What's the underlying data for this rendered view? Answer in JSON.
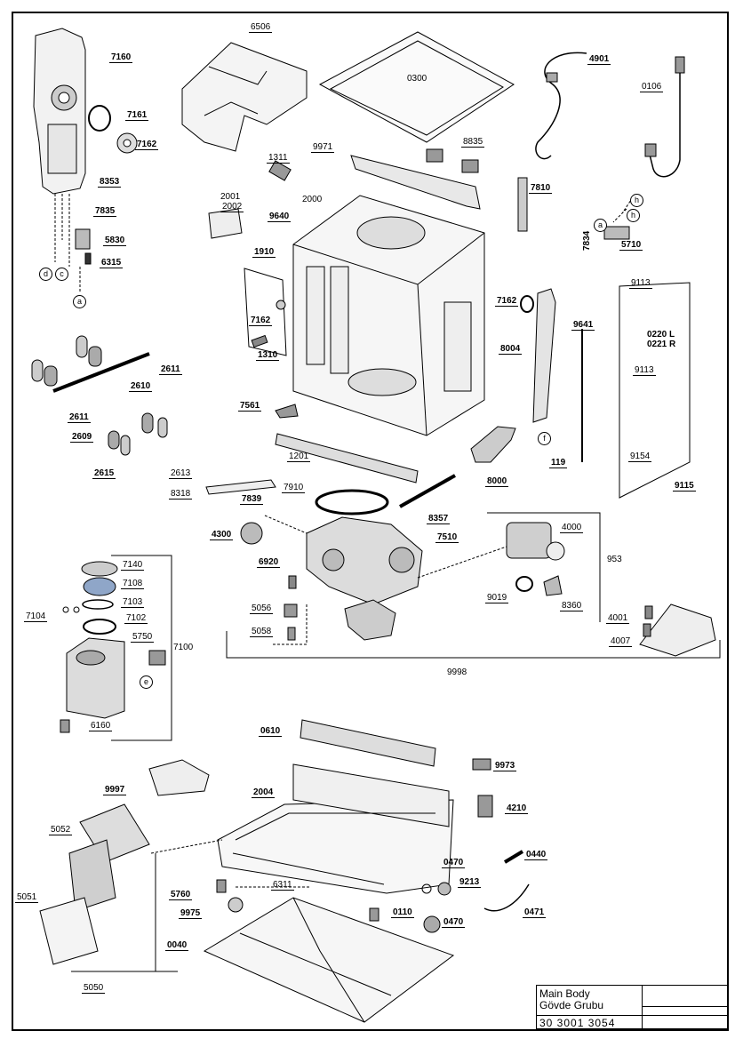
{
  "labels": {
    "l7160": "7160",
    "l7161": "7161",
    "l7162a": "7162",
    "l8353": "8353",
    "l7835": "7835",
    "l5830": "5830",
    "l6315": "6315",
    "l6506": "6506",
    "l0300": "0300",
    "l4901": "4901",
    "l0106": "0106",
    "l9971": "9971",
    "l8835": "8835",
    "l1311": "1311",
    "l2001": "2001",
    "l2002": "2002",
    "l2000": "2000",
    "l9640": "9640",
    "l7810": "7810",
    "l7834": "7834",
    "l5710": "5710",
    "l1910": "1910",
    "l7162b": "7162",
    "l1310": "1310",
    "l7162c": "7162",
    "l9641": "9641",
    "l9113a": "9113",
    "l0220": "0220 L",
    "l0221": "0221 R",
    "l9113b": "9113",
    "l8004": "8004",
    "l2611a": "2611",
    "l2610": "2610",
    "l2611b": "2611",
    "l7561": "7561",
    "l2609": "2609",
    "l2615": "2615",
    "l2613": "2613",
    "l1201": "1201",
    "l119": "119",
    "l9154": "9154",
    "l8000": "8000",
    "l9115": "9115",
    "l8318": "8318",
    "l7910": "7910",
    "l7839": "7839",
    "l8357": "8357",
    "l4000": "4000",
    "l4300": "4300",
    "l7510": "7510",
    "l953": "953",
    "l7140": "7140",
    "l7108": "7108",
    "l6920": "6920",
    "l7103": "7103",
    "l7104": "7104",
    "l7102": "7102",
    "l9019": "9019",
    "l5056": "5056",
    "l8360": "8360",
    "l4001": "4001",
    "l5750": "5750",
    "l5058": "5058",
    "l4007": "4007",
    "l7100": "7100",
    "l9998": "9998",
    "l6160": "6160",
    "l0610": "0610",
    "l9973": "9973",
    "l9997": "9997",
    "l2004": "2004",
    "l4210": "4210",
    "l5052": "5052",
    "l0470a": "0470",
    "l0440": "0440",
    "l6311": "6311",
    "l9213": "9213",
    "l5760": "5760",
    "l5051": "5051",
    "l0471": "0471",
    "l9975": "9975",
    "l0110": "0110",
    "l0470b": "0470",
    "l0040": "0040",
    "l5050": "5050"
  },
  "markers": {
    "d": "d",
    "c": "c",
    "a": "a",
    "h": "h",
    "f": "f",
    "e": "e"
  },
  "title_block": {
    "line1": "Main Body",
    "line2": "Gövde Grubu",
    "number": "30 3001 3054"
  }
}
